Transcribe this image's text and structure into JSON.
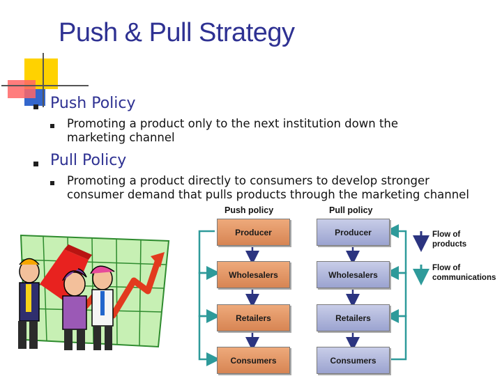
{
  "title": "Push & Pull Strategy",
  "bullets": [
    {
      "heading": "Push Policy",
      "sub": "Promoting a product only to the next institution down the marketing channel"
    },
    {
      "heading": "Pull Policy",
      "sub": "Promoting a product directly to consumers to develop stronger consumer demand that pulls products through the marketing channel"
    }
  ],
  "diagram": {
    "push_header": "Push policy",
    "pull_header": "Pull policy",
    "stages": [
      "Producer",
      "Wholesalers",
      "Retailers",
      "Consumers"
    ],
    "legend": {
      "products": "Flow of products",
      "communications": "Flow of communications"
    },
    "colors": {
      "push_box": "#df8d5c",
      "pull_box": "#a9b0d8",
      "products_arrow": "#2b3480",
      "communications_arrow": "#2e9a9a"
    }
  },
  "clipart": "business-people-growth-chart-illustration"
}
